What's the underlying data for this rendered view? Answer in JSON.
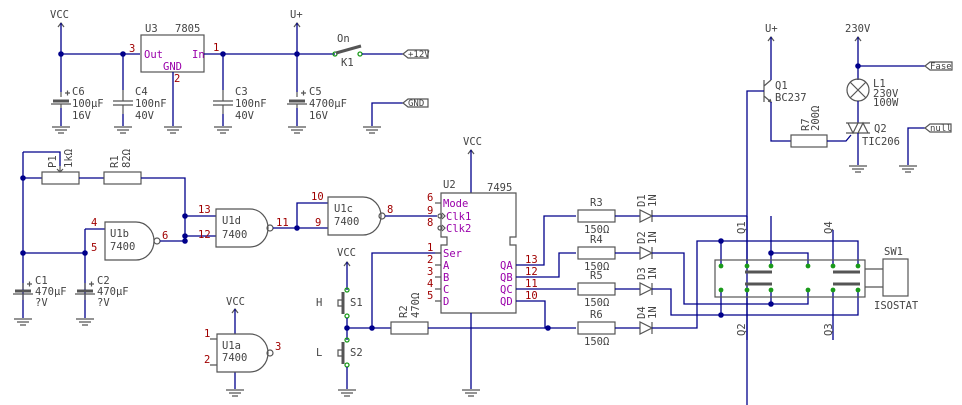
{
  "power": {
    "vcc": "VCC",
    "uplus": "U+",
    "v230": "230V"
  },
  "u3": {
    "ref": "U3",
    "value": "7805",
    "pin_out": "Out",
    "pin_in": "In",
    "pin_gnd": "GND",
    "n_out": "3",
    "n_in": "1",
    "n_gnd": "2"
  },
  "c6": {
    "ref": "C6",
    "value": "100µF",
    "rating": "16V"
  },
  "c4": {
    "ref": "C4",
    "value": "100nF",
    "rating": "40V"
  },
  "c3": {
    "ref": "C3",
    "value": "100nF",
    "rating": "40V"
  },
  "c5": {
    "ref": "C5",
    "value": "4700µF",
    "rating": "16V"
  },
  "k1": {
    "ref": "K1",
    "state": "On"
  },
  "net_labels": {
    "plus12": "+12V",
    "gnd": "GND",
    "fase": "Fase",
    "null": "null"
  },
  "q1": {
    "ref": "Q1",
    "value": "BC237"
  },
  "r7": {
    "ref": "R7",
    "value": "200Ω"
  },
  "l1": {
    "ref": "L1",
    "value": "230V",
    "power": "100W"
  },
  "q2": {
    "ref": "Q2",
    "value": "TIC206"
  },
  "p1": {
    "ref": "P1",
    "value": "1kΩ"
  },
  "r1": {
    "ref": "R1",
    "value": "82Ω"
  },
  "c1": {
    "ref": "C1",
    "value": "470µF",
    "rating": "?V"
  },
  "c2": {
    "ref": "C2",
    "value": "470µF",
    "rating": "?V"
  },
  "u1a": {
    "ref": "U1a",
    "value": "7400",
    "pins": [
      "1",
      "2",
      "3"
    ]
  },
  "u1b": {
    "ref": "U1b",
    "value": "7400",
    "pins": [
      "4",
      "5",
      "6"
    ]
  },
  "u1c": {
    "ref": "U1c",
    "value": "7400",
    "pins": [
      "10",
      "9",
      "8"
    ]
  },
  "u1d": {
    "ref": "U1d",
    "value": "7400",
    "pins": [
      "13",
      "12",
      "11"
    ]
  },
  "u2": {
    "ref": "U2",
    "value": "7495",
    "top_pins": [
      {
        "num": "6",
        "name": "Mode"
      },
      {
        "num": "9",
        "name": "Clk1"
      },
      {
        "num": "8",
        "name": "Clk2"
      }
    ],
    "left_pins": [
      {
        "num": "1",
        "name": "Ser"
      },
      {
        "num": "2",
        "name": "A"
      },
      {
        "num": "3",
        "name": "B"
      },
      {
        "num": "4",
        "name": "C"
      },
      {
        "num": "5",
        "name": "D"
      }
    ],
    "right_pins": [
      {
        "num": "13",
        "name": "QA"
      },
      {
        "num": "12",
        "name": "QB"
      },
      {
        "num": "11",
        "name": "QC"
      },
      {
        "num": "10",
        "name": "QD"
      }
    ]
  },
  "r2": {
    "ref": "R2",
    "value": "470Ω"
  },
  "s1": {
    "ref": "S1",
    "label": "H"
  },
  "s2": {
    "ref": "S2",
    "label": "L"
  },
  "leds": [
    {
      "r": "R3",
      "rv": "150Ω",
      "d": "D1",
      "dv": "1N"
    },
    {
      "r": "R4",
      "rv": "150Ω",
      "d": "D2",
      "dv": "1N"
    },
    {
      "r": "R5",
      "rv": "150Ω",
      "d": "D3",
      "dv": "1N"
    },
    {
      "r": "R6",
      "rv": "150Ω",
      "d": "D4",
      "dv": "1N"
    }
  ],
  "sw1": {
    "ref": "SW1",
    "value": "ISOSTAT",
    "taps": [
      "Q1",
      "Q4",
      "Q2",
      "Q3"
    ]
  }
}
